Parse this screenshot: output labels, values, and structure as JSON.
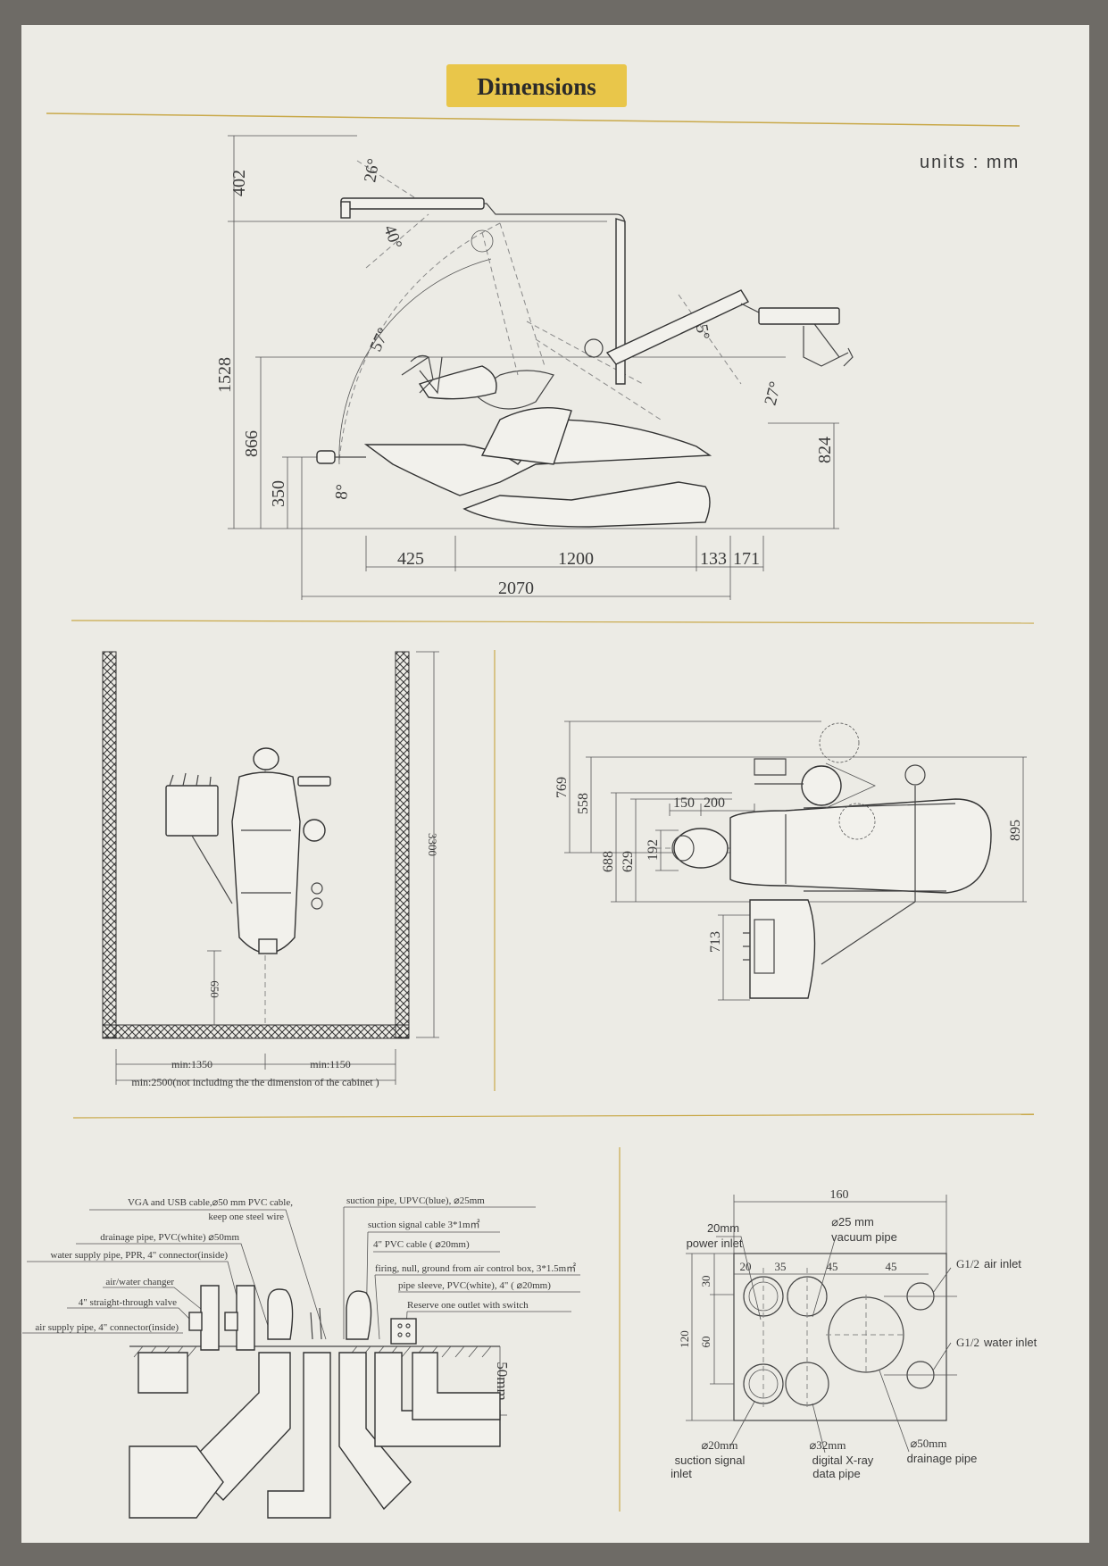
{
  "header": {
    "title": "Dimensions",
    "units": "units : mm",
    "accent_color": "#e9c64a",
    "rule_color": "#c9a94a"
  },
  "side_view": {
    "dims": {
      "d402": "402",
      "d1528": "1528",
      "d866": "866",
      "d350": "350",
      "d824": "824",
      "d425": "425",
      "d1200": "1200",
      "d133": "133",
      "d171": "171",
      "d2070": "2070"
    },
    "angles": {
      "a26": "26°",
      "a40": "40°",
      "a57": "57°",
      "a8": "8°",
      "a25": "25°",
      "a27": "27°"
    }
  },
  "room_view": {
    "d3300": "3300",
    "d650": "650",
    "min1350": "min:1350",
    "min1150": "min:1150",
    "min2500": "min:2500(not including the the dimension of the cabinet )"
  },
  "top_view": {
    "d769": "769",
    "d558": "558",
    "d688": "688",
    "d629": "629",
    "d192": "192",
    "d150": "150",
    "d200": "200",
    "d713": "713",
    "d895": "895"
  },
  "install_view": {
    "labels": {
      "vga": "VGA and USB cable,⌀50 mm PVC cable,",
      "vga2": "keep one steel wire",
      "drain": "drainage pipe, PVC(white) ⌀50mm",
      "water": "water supply pipe, PPR, 4\"  connector(inside)",
      "changer": "air/water changer",
      "valve": "4\"  straight-through valve",
      "air": "air supply pipe, 4\"  connector(inside)",
      "suction": "suction pipe, UPVC(blue), ⌀25mm",
      "signal": "suction signal cable 3*1m㎡",
      "pvc": "4\"  PVC cable ( ⌀20mm)",
      "firing": "firing, null, ground from air control box, 3*1.5m㎡",
      "sleeve": "pipe sleeve, PVC(white), 4\"  ( ⌀20mm)",
      "reserve": "Reserve one outlet with switch",
      "d50": "50mm"
    }
  },
  "panel_view": {
    "dims": {
      "d160": "160",
      "d20": "20",
      "d35": "35",
      "d45a": "45",
      "d45b": "45",
      "d30": "30",
      "d60": "60",
      "d120": "120"
    },
    "labels": {
      "power_size": "20mm",
      "power": "power inlet",
      "vac_size": "⌀25 mm",
      "vac": "vacuum pipe",
      "air_size": "G1/2",
      "air": "air inlet",
      "water_size": "G1/2",
      "water": "water inlet",
      "suction_size": "⌀20mm",
      "suction1": "suction signal",
      "suction2": "inlet",
      "xray_size": "⌀32mm",
      "xray1": "digital X-ray",
      "xray2": "data pipe",
      "drain_size": "⌀50mm",
      "drain": "drainage pipe"
    }
  }
}
